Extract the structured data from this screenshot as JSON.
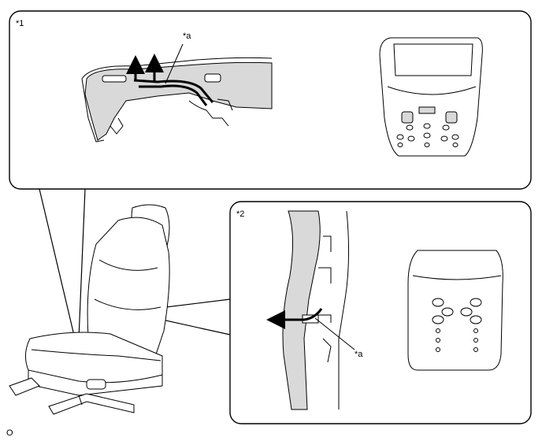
{
  "panel_1": {
    "label": "*1",
    "callout": "*a"
  },
  "panel_2": {
    "label": "*2",
    "callout": "*a"
  },
  "figure_code": "O",
  "colors": {
    "stroke": "#000000",
    "fill": "#d9d9d9",
    "background": "#ffffff"
  }
}
